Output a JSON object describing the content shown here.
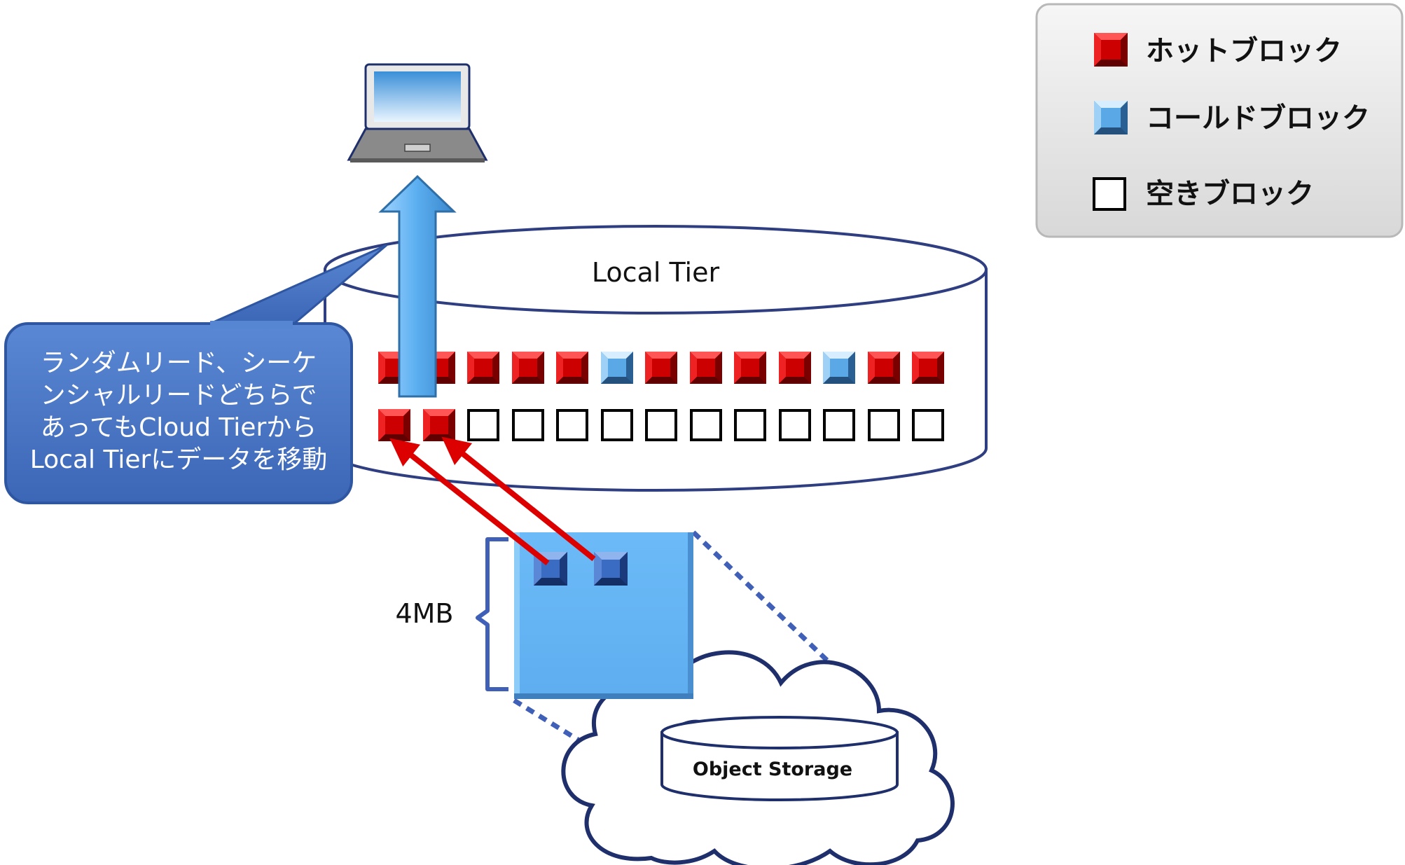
{
  "legend": {
    "items": [
      {
        "kind": "hot",
        "label": "ホットブロック"
      },
      {
        "kind": "cold",
        "label": "コールドブロック"
      },
      {
        "kind": "free",
        "label": "空きブロック"
      }
    ]
  },
  "local_tier": {
    "label": "Local Tier",
    "row1": [
      "hot",
      "hot",
      "hot",
      "hot",
      "hot",
      "cold",
      "hot",
      "hot",
      "hot",
      "hot",
      "cold",
      "hot",
      "hot"
    ],
    "row2": [
      "hot",
      "hot",
      "free",
      "free",
      "free",
      "free",
      "free",
      "free",
      "free",
      "free",
      "free",
      "free",
      "free"
    ]
  },
  "object": {
    "size_label": "4MB",
    "storage_label": "Object Storage"
  },
  "callout": {
    "lines": [
      "ランダムリード、シーケ",
      "ンシャルリードどちらで",
      "あってもCloud Tierから",
      "Local Tierにデータを移動"
    ]
  },
  "colors": {
    "hot": "#cc0000",
    "cold": "#5aa9e6",
    "callout": "#4a76c6",
    "arrow": "#dd0000",
    "outline": "#2f3e80"
  }
}
